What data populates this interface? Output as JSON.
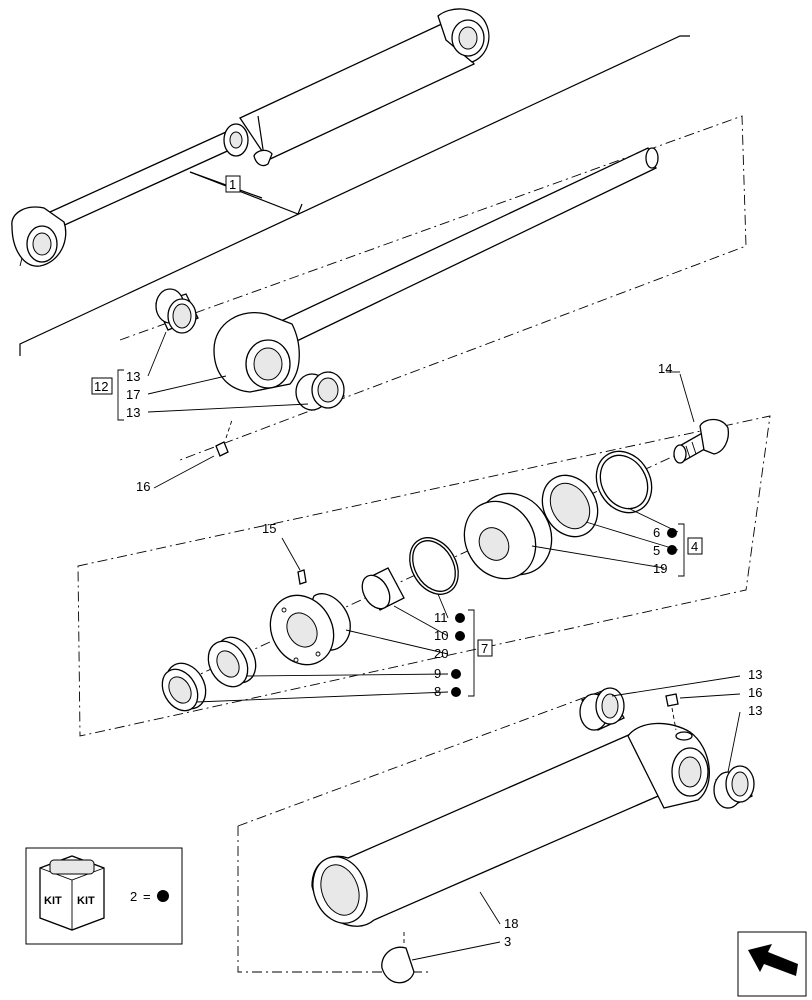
{
  "callouts": {
    "c1": "1",
    "c4": "4",
    "c7": "7",
    "c12": "12",
    "n13a": "13",
    "n17": "17",
    "n13b": "13",
    "n14": "14",
    "n16a": "16",
    "n15": "15",
    "n6": "6",
    "n5": "5",
    "n19": "19",
    "n11": "11",
    "n10": "10",
    "n20": "20",
    "n9": "9",
    "n8": "8",
    "n13c": "13",
    "n16b": "16",
    "n13d": "13",
    "n18": "18",
    "n3": "3"
  },
  "legend": {
    "kit_text_left": "KIT",
    "kit_text_right": "KIT",
    "equation_number": "2",
    "equation_sign": "="
  },
  "icons": {
    "kit_marker": "filled-circle-icon",
    "kit_box": "kit-box-icon",
    "navigation": "next-page-arrow-icon"
  }
}
